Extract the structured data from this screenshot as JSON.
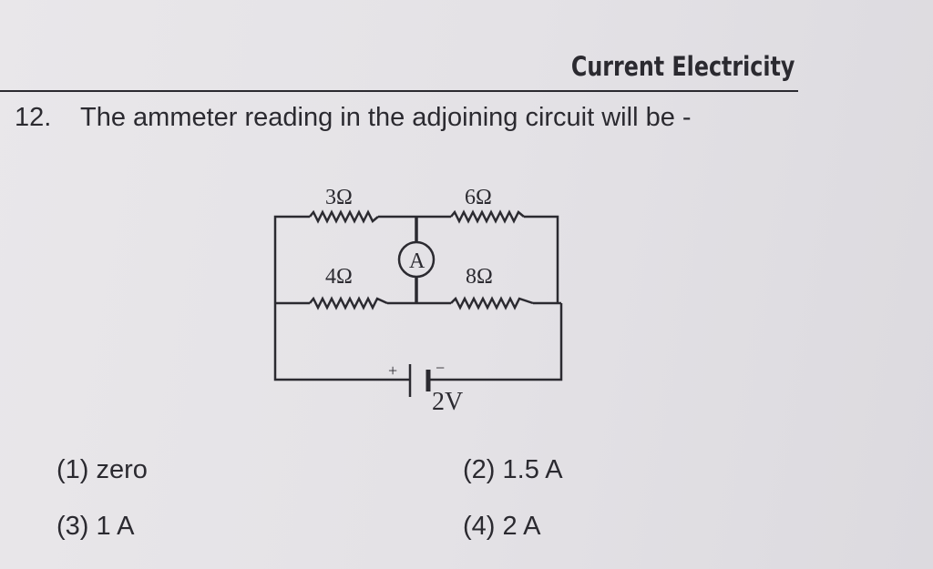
{
  "header": {
    "chapter_title": "Current Electricity"
  },
  "question": {
    "number": "12.",
    "text": "The ammeter reading in the adjoining circuit will be -",
    "circuit": {
      "resistors": {
        "top_left": "3Ω",
        "top_right": "6Ω",
        "bottom_left": "4Ω",
        "bottom_right": "8Ω"
      },
      "meter": "A",
      "battery": {
        "positive": "+",
        "negative": "−",
        "voltage": "2V"
      }
    },
    "options": [
      {
        "label": "(1)",
        "text": "zero"
      },
      {
        "label": "(2)",
        "text": "1.5 A"
      },
      {
        "label": "(3)",
        "text": "1 A"
      },
      {
        "label": "(4)",
        "text": "2 A"
      }
    ]
  }
}
